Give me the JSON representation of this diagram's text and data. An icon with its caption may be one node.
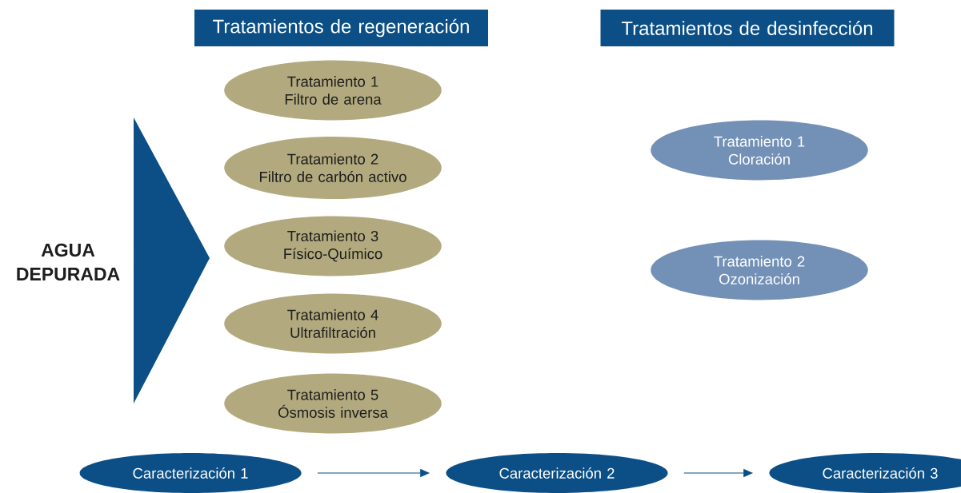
{
  "diagram": {
    "nodes": [
      {
        "text": [
          "Tratamientos de regeneración"
        ]
      },
      {
        "text": [
          "Tratamientos de desinfección"
        ]
      },
      {
        "text": [
          "Tratamiento 1",
          "Filtro de arena"
        ]
      },
      {
        "text": [
          "Tratamiento 2",
          "Filtro de carbón activo"
        ]
      },
      {
        "text": [
          "Tratamiento 3",
          "Físico-Químico"
        ]
      },
      {
        "text": [
          "Tratamiento 4",
          "Ultrafiltración"
        ]
      },
      {
        "text": [
          "Tratamiento 5",
          "Ósmosis inversa"
        ]
      },
      {
        "text": [
          "Tratamiento 1",
          "Cloración"
        ]
      },
      {
        "text": [
          "Tratamiento 2",
          "Ozonización"
        ]
      },
      {
        "text": [
          "Caracterización 1"
        ]
      },
      {
        "text": [
          "Caracterización 2"
        ]
      },
      {
        "text": [
          "Caracterización 3"
        ]
      }
    ],
    "edges": [
      {
        "from": 9,
        "to": 10,
        "arrow": "to"
      },
      {
        "from": 10,
        "to": 11,
        "arrow": "to"
      }
    ],
    "labels": [
      "AGUA DEPURADA"
    ]
  }
}
